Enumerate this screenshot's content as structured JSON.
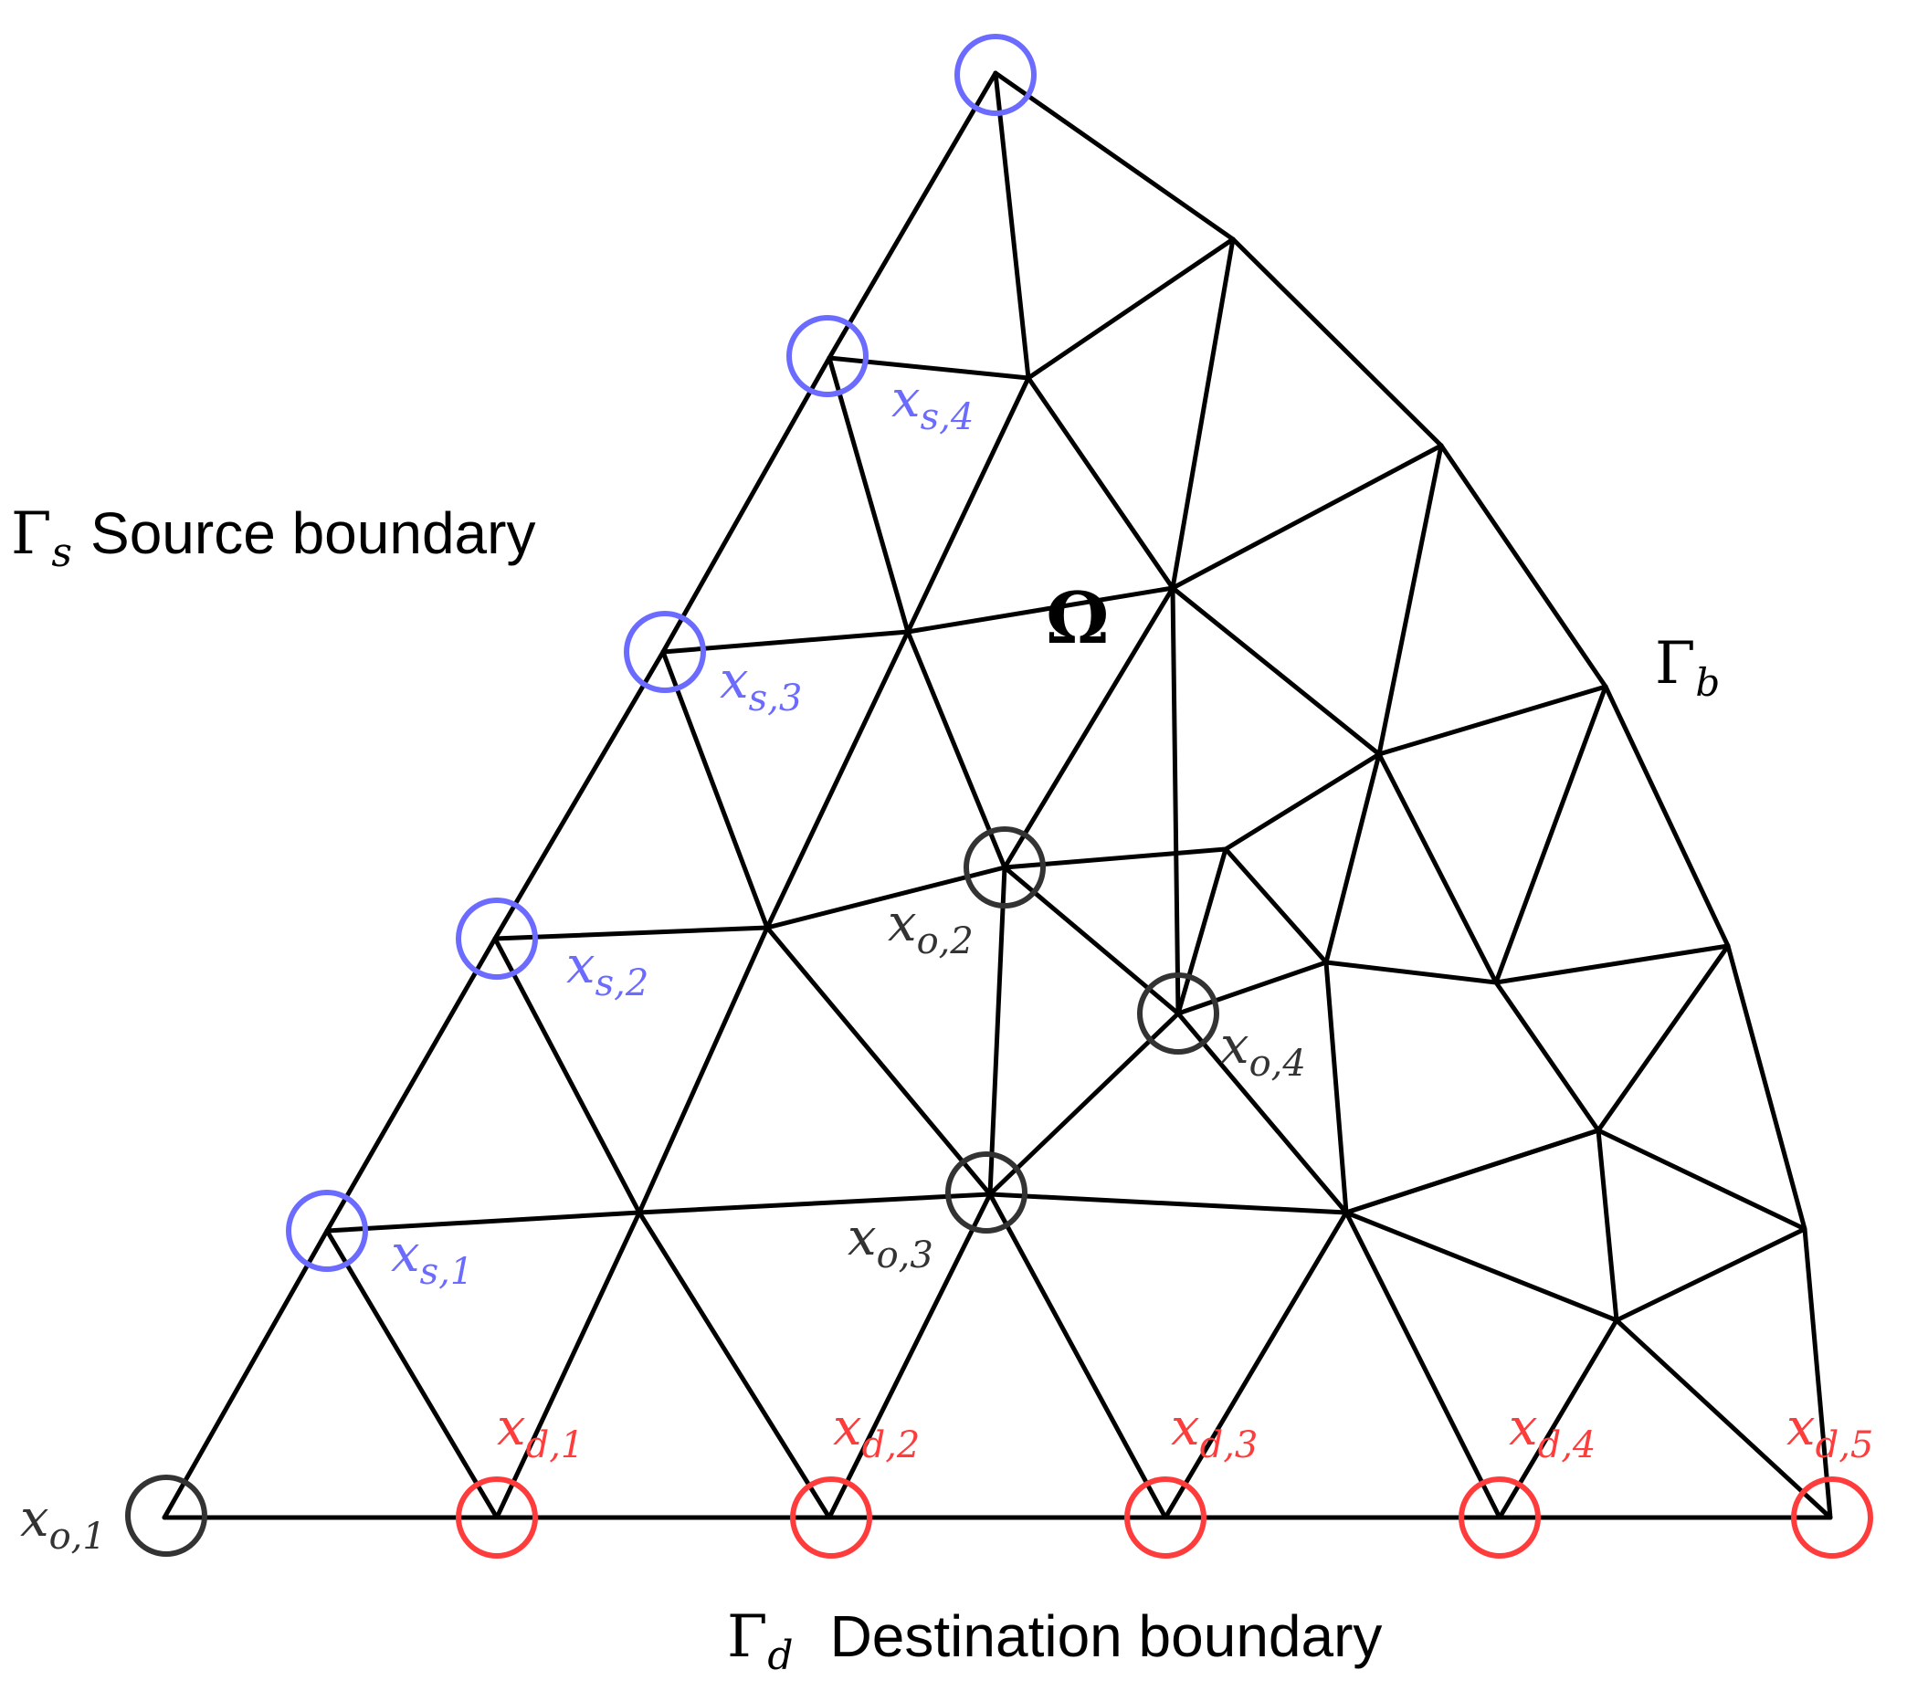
{
  "colors": {
    "source": "#6b6bff",
    "destination": "#ff3c3c",
    "other": "#333333",
    "edge": "#000000",
    "source_text": "#6b6bff",
    "destination_text": "#ff3c3c",
    "other_text": "#333333"
  },
  "region_label": "Ω",
  "boundaries": {
    "source": {
      "symbol": "Γ",
      "sub": "s",
      "text": "Source boundary"
    },
    "destination": {
      "symbol": "Γ",
      "sub": "d",
      "text": "Destination boundary"
    },
    "other": {
      "symbol": "Γ",
      "sub": "b",
      "text": ""
    }
  },
  "node_labels": {
    "xs1": {
      "base": "x",
      "sub": "s,1"
    },
    "xs2": {
      "base": "x",
      "sub": "s,2"
    },
    "xs3": {
      "base": "x",
      "sub": "s,3"
    },
    "xs4": {
      "base": "x",
      "sub": "s,4"
    },
    "xd1": {
      "base": "x",
      "sub": "d,1"
    },
    "xd2": {
      "base": "x",
      "sub": "d,2"
    },
    "xd3": {
      "base": "x",
      "sub": "d,3"
    },
    "xd4": {
      "base": "x",
      "sub": "d,4"
    },
    "xd5": {
      "base": "x",
      "sub": "d,5"
    },
    "xo1": {
      "base": "x",
      "sub": "o,1"
    },
    "xo2": {
      "base": "x",
      "sub": "o,2"
    },
    "xo3": {
      "base": "x",
      "sub": "o,3"
    },
    "xo4": {
      "base": "x",
      "sub": "o,4"
    }
  }
}
